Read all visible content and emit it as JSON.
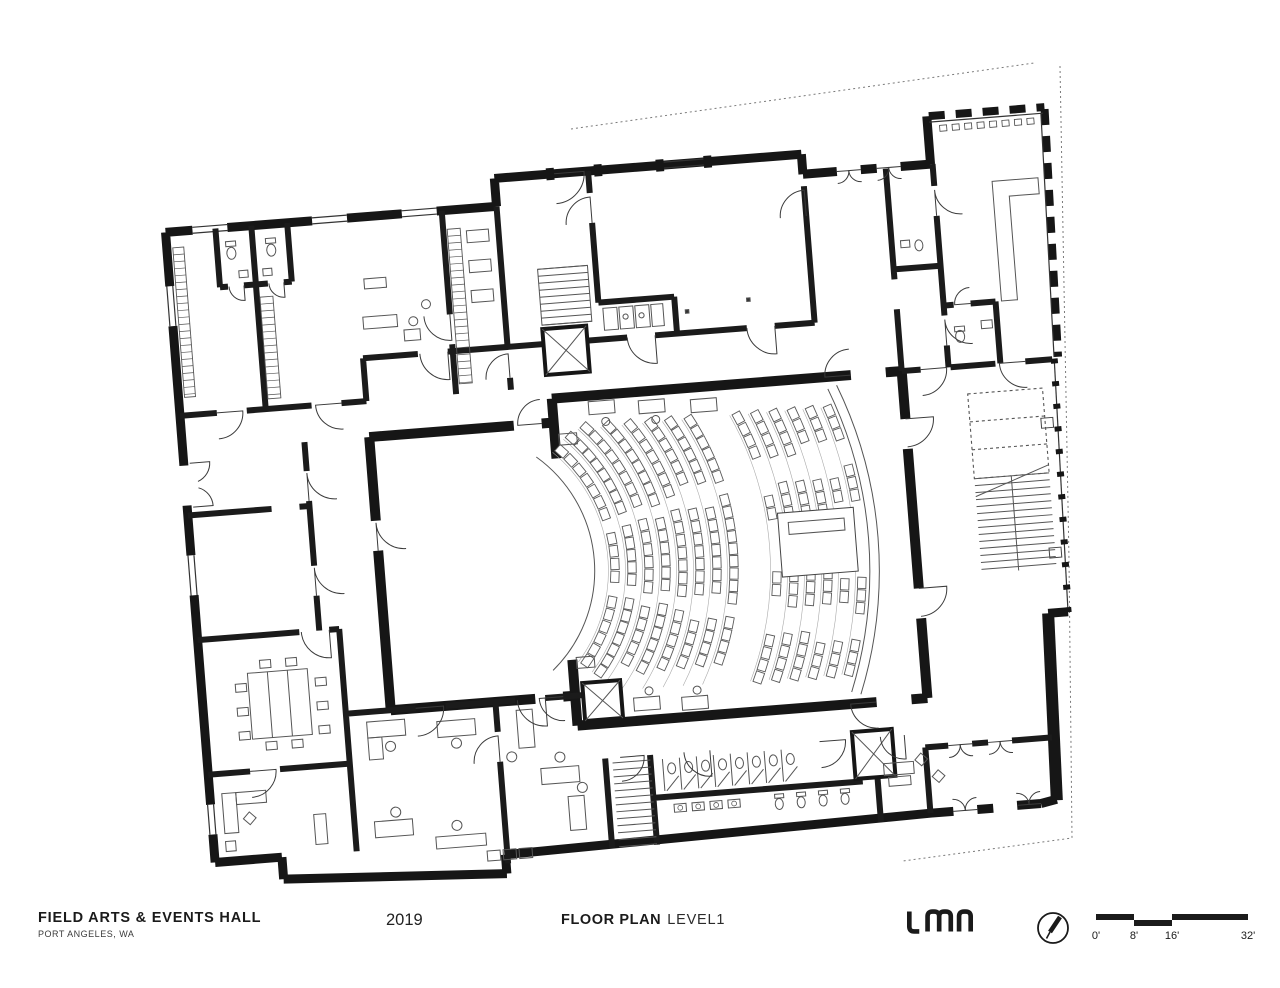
{
  "sheet": {
    "project_title": "FIELD ARTS & EVENTS HALL",
    "project_location": "PORT ANGELES, WA",
    "year": "2019",
    "drawing_title": "FLOOR PLAN",
    "drawing_level": "LEVEL1",
    "firm_logo": "LMN",
    "scale_bar": {
      "labels": [
        "0'",
        "8'",
        "16'",
        "32'"
      ]
    },
    "colors": {
      "ink": "#1a1a1a",
      "paper": "#ffffff",
      "fixture": "#555555",
      "boundary_dotted": "#7a7a7a"
    }
  }
}
